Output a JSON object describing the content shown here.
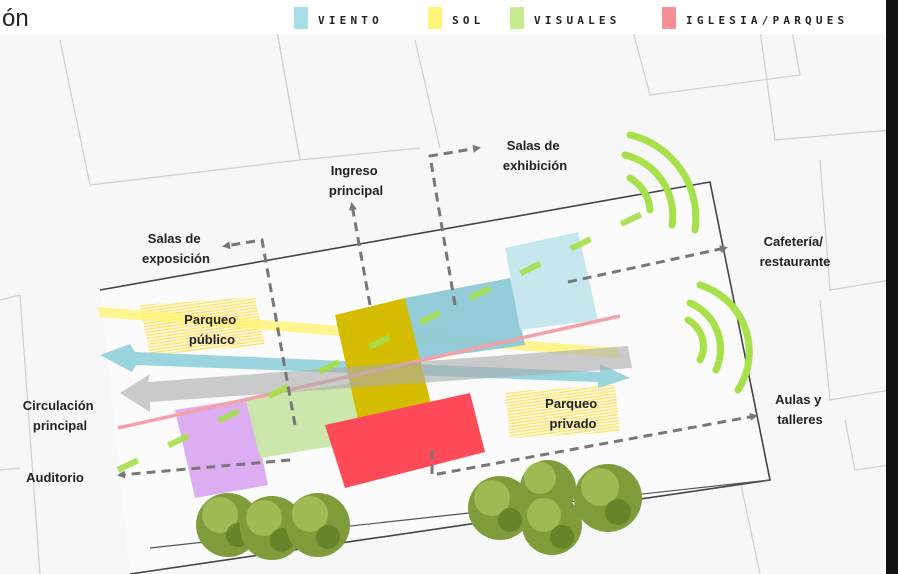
{
  "header": {
    "partial_title": "ón"
  },
  "legend": [
    {
      "label": "VIENTO",
      "color": "#a7dde6"
    },
    {
      "label": "SOL",
      "color": "#fff47a"
    },
    {
      "label": "VISUALES",
      "color": "#c6ec8f"
    },
    {
      "label": "IGLESIA/PARQUES",
      "color": "#f58e96"
    }
  ],
  "labels": {
    "ingreso": [
      "Ingreso",
      "principal"
    ],
    "salas_exhibicion": [
      "Salas de",
      "exhibición"
    ],
    "salas_exposicion": [
      "Salas de",
      "exposición"
    ],
    "cafeteria": [
      "Cafetería/",
      "restaurante"
    ],
    "parqueo_publico": [
      "Parqueo",
      "público"
    ],
    "parqueo_privado": [
      "Parqueo",
      "privado"
    ],
    "circulacion": [
      "Circulación",
      "principal"
    ],
    "aulas": [
      "Aulas y",
      "talleres"
    ],
    "auditorio": [
      "Auditorio"
    ]
  },
  "colors": {
    "viento": "#8fd0dc",
    "sol": "#fff27a",
    "visuales": "#a6e04a",
    "iglesia": "#f4a0a8",
    "volume_yellow": "#d4bd00",
    "volume_red": "#ff4a5a",
    "volume_purple": "#d9a4ef",
    "volume_green": "#c8e6a8",
    "volume_blue": "#9fd0dd",
    "arrow_gray": "#bbbbbb",
    "dashed": "#777777"
  }
}
